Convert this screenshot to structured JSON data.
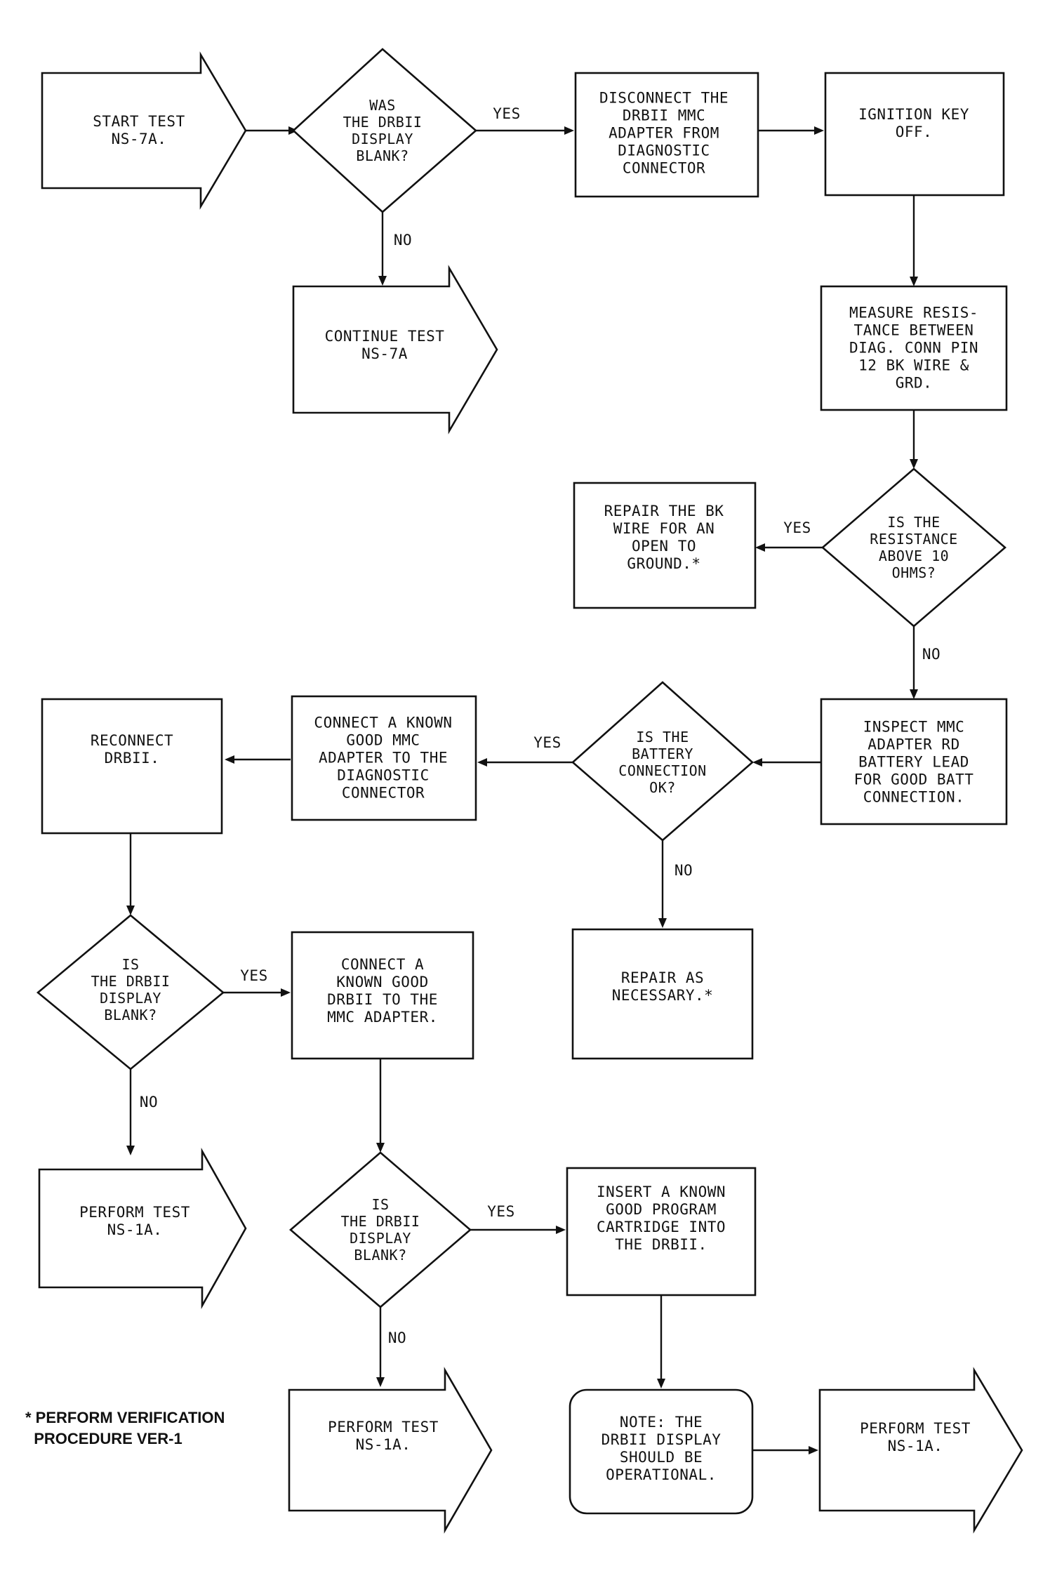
{
  "nodes": {
    "start": "START TEST\nNS-7A.",
    "q_blank_1": "WAS\nTHE DRBII\nDISPLAY\nBLANK?",
    "continue": "CONTINUE TEST\nNS-7A",
    "disconnect": "DISCONNECT THE\nDRBII MMC\nADAPTER FROM\nDIAGNOSTIC\nCONNECTOR",
    "ignition": "IGNITION KEY\nOFF.",
    "measure": "MEASURE RESIS-\nTANCE BETWEEN\nDIAG. CONN PIN\n12 BK WIRE &\nGRD.",
    "q_resistance": "IS THE\nRESISTANCE\nABOVE 10\nOHMS?",
    "repair_bk": "REPAIR THE BK\nWIRE FOR AN\nOPEN TO\nGROUND.*",
    "inspect": "INSPECT MMC\nADAPTER RD\nBATTERY LEAD\nFOR GOOD BATT\nCONNECTION.",
    "q_battery": "IS THE\nBATTERY\nCONNECTION\nOK?",
    "connect_mmc": "CONNECT A KNOWN\nGOOD MMC\nADAPTER TO THE\nDIAGNOSTIC\nCONNECTOR",
    "reconnect": "RECONNECT\nDRBII.",
    "repair_nec": "REPAIR AS\nNECESSARY.*",
    "q_blank_2": "IS\nTHE DRBII\nDISPLAY\nBLANK?",
    "connect_drb": "CONNECT A\nKNOWN GOOD\nDRBII TO THE\nMMC ADAPTER.",
    "perform_1": "PERFORM TEST\nNS-1A.",
    "q_blank_3": "IS\nTHE DRBII\nDISPLAY\nBLANK?",
    "insert": "INSERT A KNOWN\nGOOD PROGRAM\nCARTRIDGE INTO\nTHE DRBII.",
    "perform_2": "PERFORM TEST\nNS-1A.",
    "note": "NOTE: THE\nDRBII DISPLAY\nSHOULD BE\nOPERATIONAL.",
    "perform_3": "PERFORM TEST\nNS-1A."
  },
  "edges": {
    "q1_yes": "YES",
    "q1_no": "NO",
    "qr_yes": "YES",
    "qr_no": "NO",
    "qb_yes": "YES",
    "qb_no": "NO",
    "q2_yes": "YES",
    "q2_no": "NO",
    "q3_yes": "YES",
    "q3_no": "NO"
  },
  "footnote": "* PERFORM VERIFICATION\n  PROCEDURE VER-1"
}
